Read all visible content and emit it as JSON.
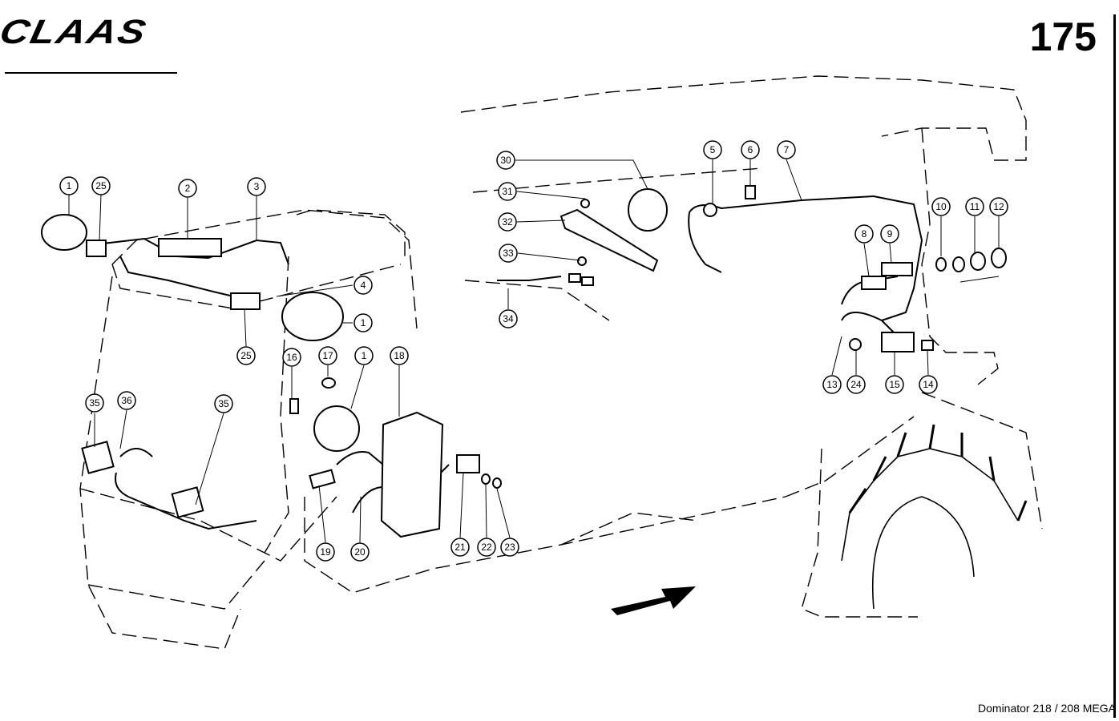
{
  "header": {
    "brand": "CLAAS",
    "page_number": "175"
  },
  "footer": {
    "model": "Dominator 218 / 208 MEGA"
  },
  "callouts": [
    {
      "label": "1"
    },
    {
      "label": "25"
    },
    {
      "label": "2"
    },
    {
      "label": "3"
    },
    {
      "label": "4"
    },
    {
      "label": "1"
    },
    {
      "label": "25"
    },
    {
      "label": "16"
    },
    {
      "label": "17"
    },
    {
      "label": "1"
    },
    {
      "label": "18"
    },
    {
      "label": "35"
    },
    {
      "label": "36"
    },
    {
      "label": "35"
    },
    {
      "label": "19"
    },
    {
      "label": "20"
    },
    {
      "label": "21"
    },
    {
      "label": "22"
    },
    {
      "label": "23"
    },
    {
      "label": "30"
    },
    {
      "label": "31"
    },
    {
      "label": "32"
    },
    {
      "label": "33"
    },
    {
      "label": "34"
    },
    {
      "label": "5"
    },
    {
      "label": "6"
    },
    {
      "label": "7"
    },
    {
      "label": "8"
    },
    {
      "label": "9"
    },
    {
      "label": "10"
    },
    {
      "label": "11"
    },
    {
      "label": "12"
    },
    {
      "label": "13"
    },
    {
      "label": "24"
    },
    {
      "label": "15"
    },
    {
      "label": "14"
    }
  ]
}
